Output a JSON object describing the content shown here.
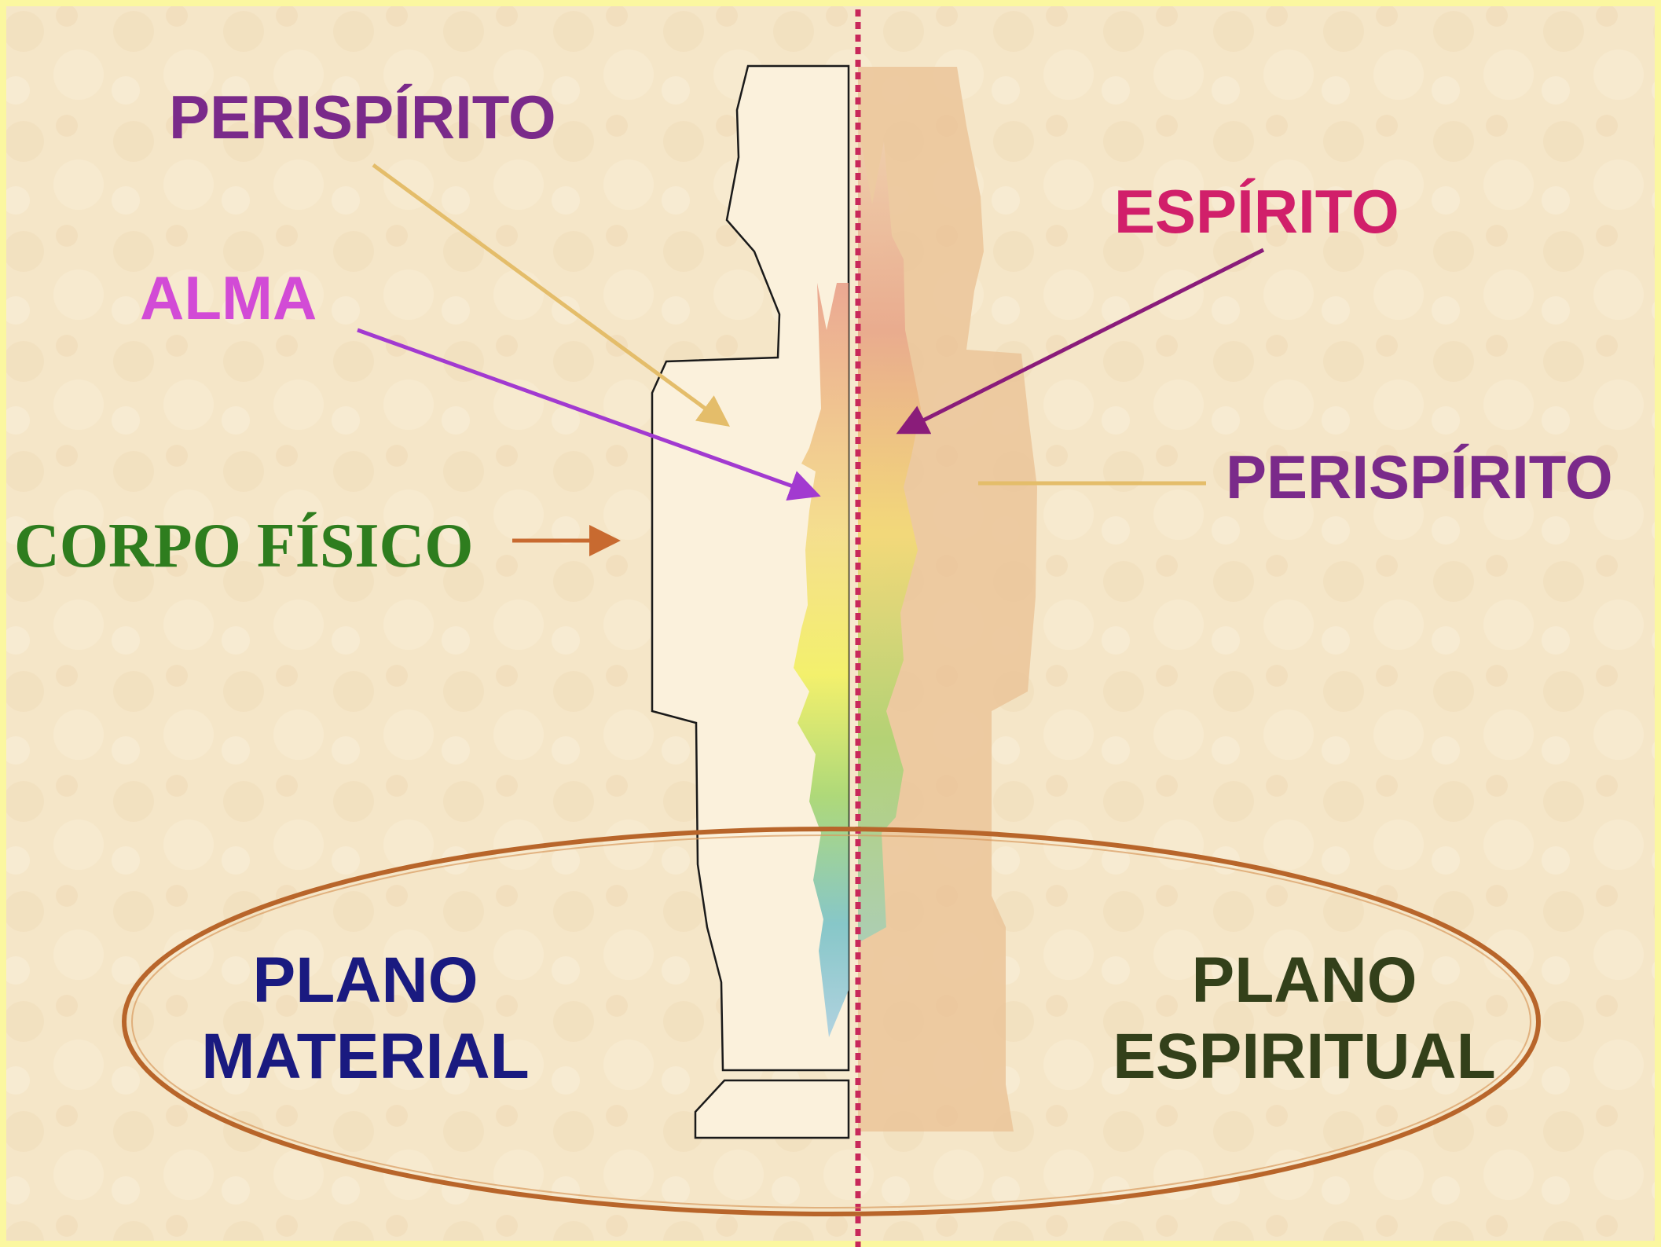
{
  "labels": {
    "perispirito_left": "PERISPÍRITO",
    "alma": "ALMA",
    "corpo_fisico": "CORPO FÍSICO",
    "espirito": "ESPÍRITO",
    "perispirito_right": "PERISPÍRITO",
    "plano_material": [
      "PLANO",
      "MATERIAL"
    ],
    "plano_espiritual": [
      "PLANO",
      "ESPIRITUAL"
    ]
  },
  "colors": {
    "background": "#f5e6c8",
    "border": "#fbf7a0",
    "perispirito_text": "#7a2a8a",
    "alma_text": "#d24bd6",
    "corpo_fisico_text": "#2e7d1e",
    "espirito_text": "#d11f6a",
    "plano_material_text": "#1a1a80",
    "plano_espiritual_text": "#33401a",
    "divider": "#c8285a",
    "ellipse": "#b8652a",
    "spirit_silhouette": "#ebc499",
    "body_fill": "#fbf1dc"
  }
}
